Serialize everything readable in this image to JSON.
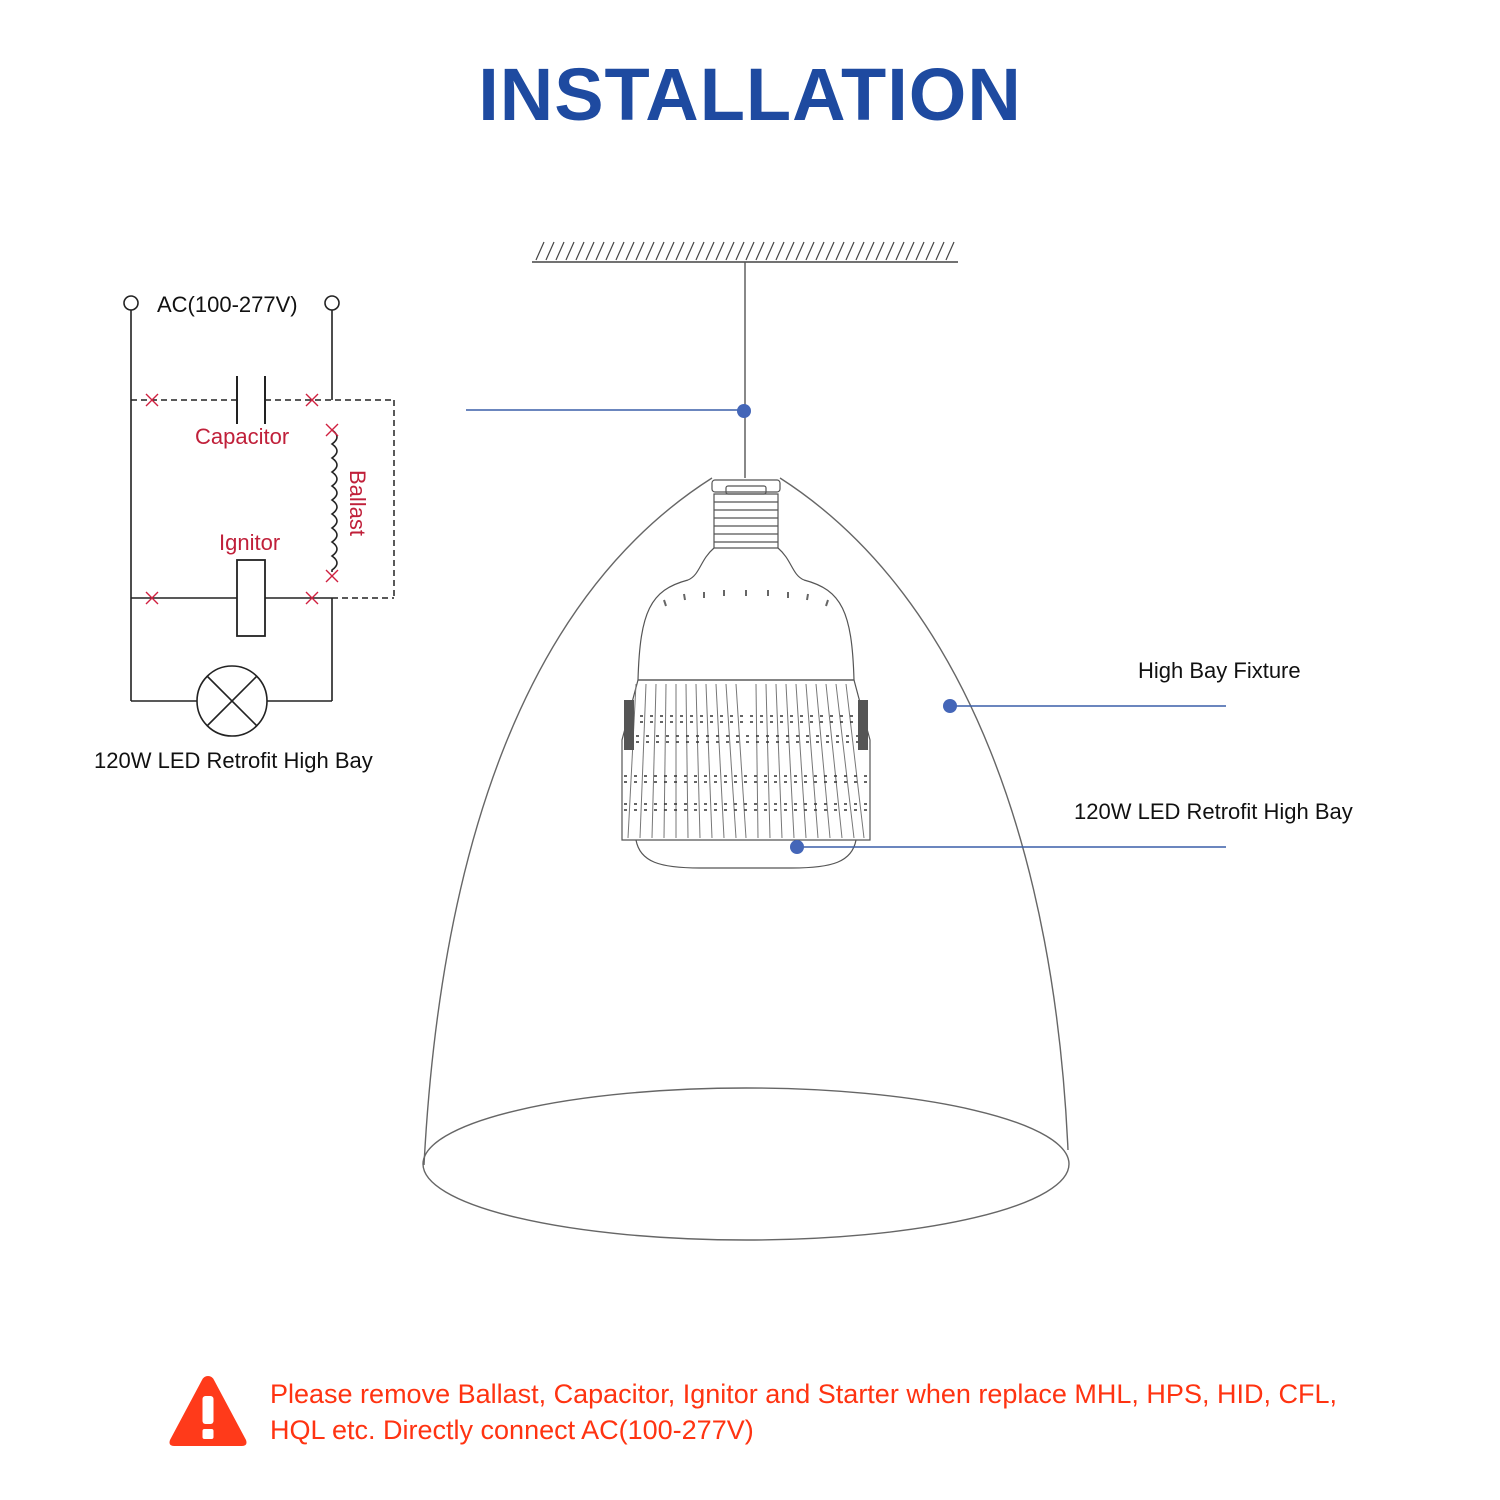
{
  "title": "INSTALLATION",
  "wiring": {
    "source_label": "AC(100-277V)",
    "capacitor_label": "Capacitor",
    "ballast_label": "Ballast",
    "ignitor_label": "Ignitor",
    "lamp_label": "120W LED Retrofit High Bay"
  },
  "callouts": {
    "fixture_label": "High Bay Fixture",
    "lamp_label": "120W LED Retrofit High Bay"
  },
  "warning": {
    "icon": "warning-triangle-icon",
    "text": "Please remove Ballast, Capacitor, Ignitor and Starter when replace MHL, HPS, HID, CFL, HQL etc. Directly connect AC(100-277V)"
  },
  "colors": {
    "title": "#1e4aa0",
    "warning": "#ff3311",
    "removed_parts": "#c0203a",
    "callout_line": "#3a5fa8"
  }
}
